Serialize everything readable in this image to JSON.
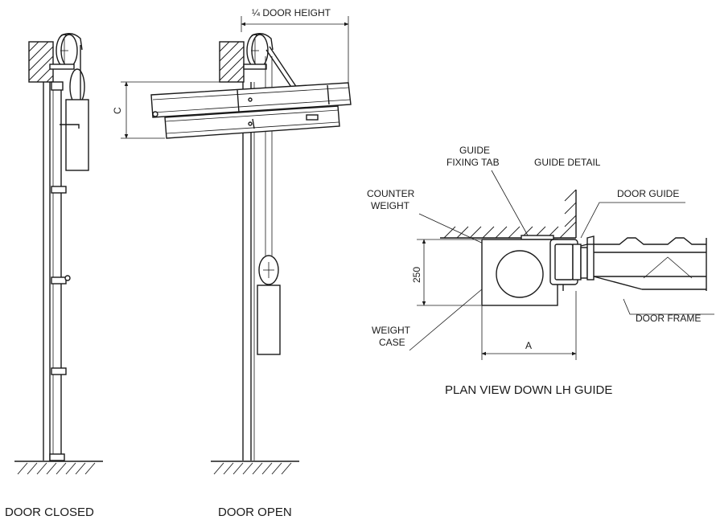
{
  "dimensions": {
    "quarter_door_height": "¼ DOOR HEIGHT",
    "c": "C",
    "dim_250": "250",
    "a": "A"
  },
  "labels": {
    "guide_fixing_tab_line1": "GUIDE",
    "guide_fixing_tab_line2": "FIXING TAB",
    "guide_detail": "GUIDE DETAIL",
    "counter_weight_line1": "COUNTER",
    "counter_weight_line2": "WEIGHT",
    "door_guide": "DOOR GUIDE",
    "weight_case_line1": "WEIGHT",
    "weight_case_line2": "CASE",
    "door_frame": "DOOR FRAME"
  },
  "captions": {
    "plan_view": "PLAN VIEW DOWN LH GUIDE",
    "door_closed": "DOOR CLOSED",
    "door_open": "DOOR OPEN"
  }
}
